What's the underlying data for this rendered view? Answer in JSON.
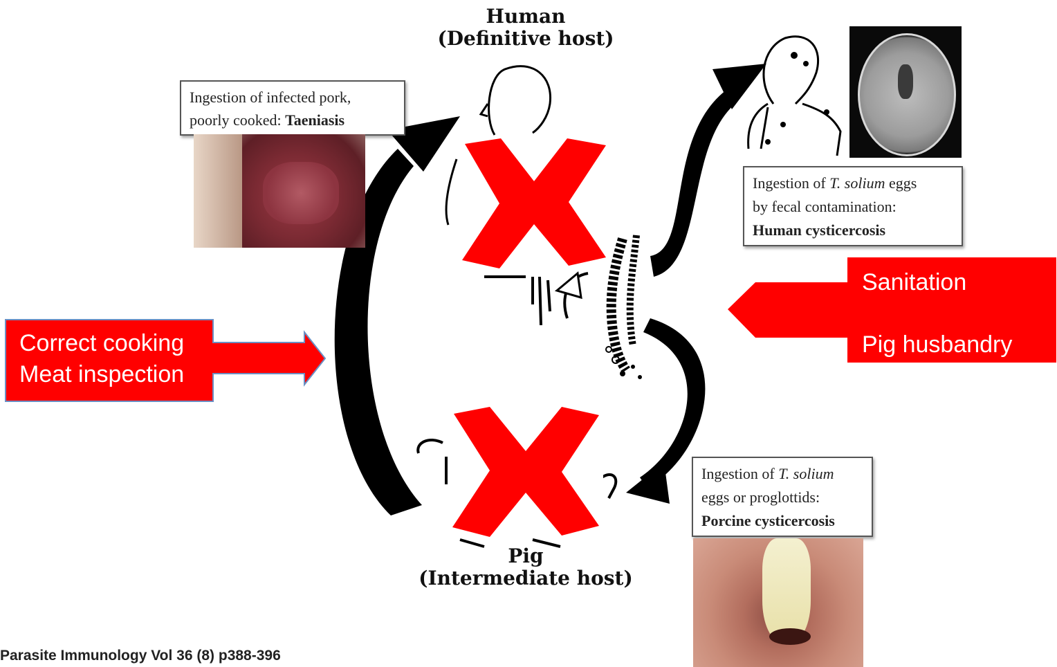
{
  "hosts": {
    "human": {
      "title": "Human",
      "subtitle": "(Definitive host)"
    },
    "pig": {
      "title": "Pig",
      "subtitle": "(Intermediate host)"
    }
  },
  "captions": {
    "taeniasis": {
      "line1": "Ingestion of infected pork,",
      "line2_prefix": "poorly cooked: ",
      "line2_bold": "Taeniasis"
    },
    "human_cysticercosis": {
      "line1_prefix": "Ingestion of ",
      "line1_italic": "T. solium",
      "line1_suffix": " eggs",
      "line2": "by fecal contamination:",
      "line3_bold": "Human cysticercosis"
    },
    "porcine_cysticercosis": {
      "line1_prefix": "Ingestion of ",
      "line1_italic": "T. solium",
      "line2": "eggs or proglottids:",
      "line3_bold": "Porcine cysticercosis"
    }
  },
  "interventions": {
    "left": {
      "line1": "Correct cooking",
      "line2": "Meat inspection"
    },
    "right": {
      "line1": "Sanitation",
      "line2": "Pig husbandry"
    }
  },
  "citation": "Parasite Immunology Vol 36 (8) p388-396",
  "colors": {
    "callout_red": "#ff0000",
    "callout_border": "#6b8fc4",
    "cross_red": "#ff0000",
    "arrow": "#000000"
  }
}
